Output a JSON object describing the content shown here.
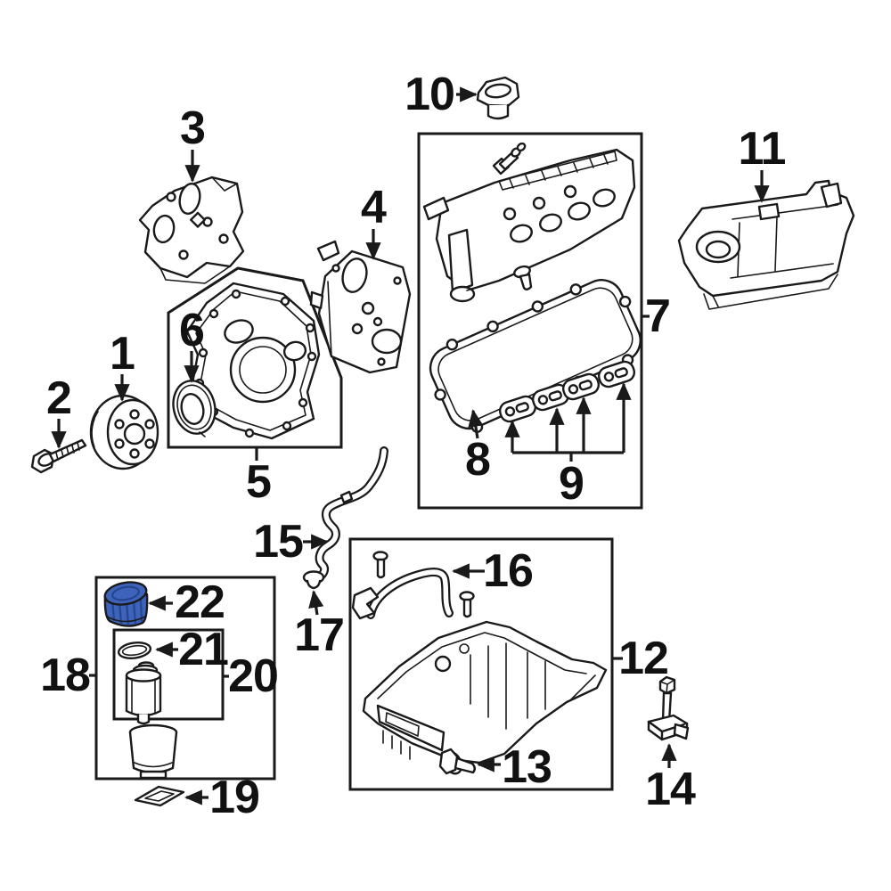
{
  "diagram": {
    "background_color": "#ffffff",
    "line_color": "#1a1a1a",
    "highlight_color": "#3d64ba",
    "highlight_shade": "#27458e",
    "highlighted_part_number": "22",
    "callouts": [
      {
        "label": "1"
      },
      {
        "label": "2"
      },
      {
        "label": "3"
      },
      {
        "label": "4"
      },
      {
        "label": "5"
      },
      {
        "label": "6"
      },
      {
        "label": "7"
      },
      {
        "label": "8"
      },
      {
        "label": "9"
      },
      {
        "label": "10"
      },
      {
        "label": "11"
      },
      {
        "label": "12"
      },
      {
        "label": "13"
      },
      {
        "label": "14"
      },
      {
        "label": "15"
      },
      {
        "label": "16"
      },
      {
        "label": "17"
      },
      {
        "label": "18"
      },
      {
        "label": "19"
      },
      {
        "label": "20"
      },
      {
        "label": "21"
      },
      {
        "label": "22"
      }
    ]
  }
}
